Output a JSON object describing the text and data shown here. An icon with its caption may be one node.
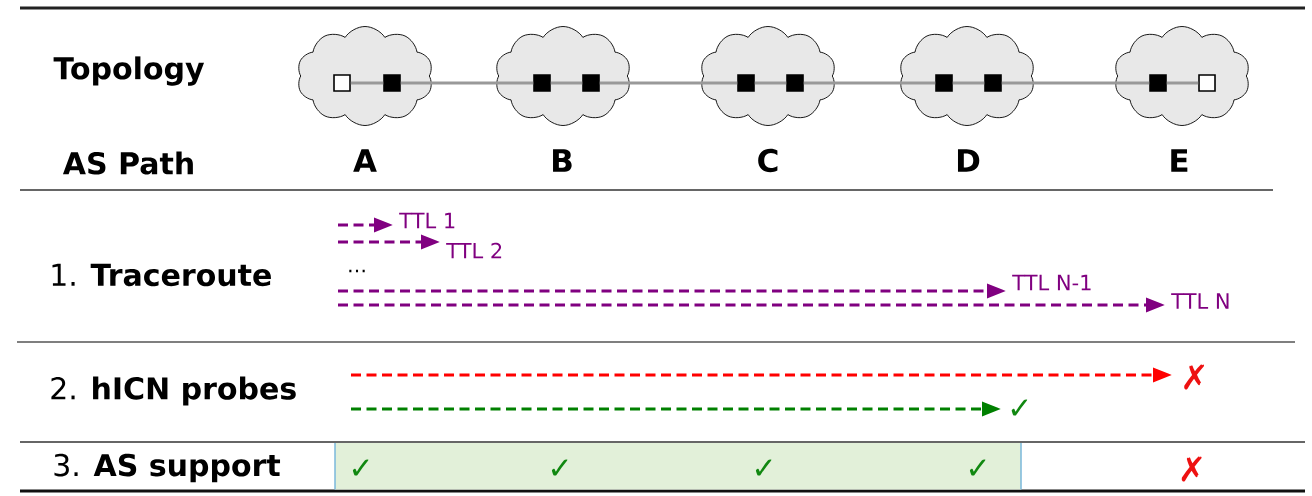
{
  "diagram": {
    "nodes": [
      {
        "text": [],
        "shape": "cloud"
      },
      {
        "text": [],
        "shape": "box",
        "in": 0
      },
      {
        "text": [],
        "shape": "box",
        "in": 0
      },
      {
        "text": [],
        "shape": "cloud"
      },
      {
        "text": [],
        "shape": "box",
        "in": 3
      },
      {
        "text": [],
        "shape": "box",
        "in": 3
      },
      {
        "text": [],
        "shape": "cloud"
      },
      {
        "text": [],
        "shape": "box",
        "in": 6
      },
      {
        "text": [],
        "shape": "box",
        "in": 6
      },
      {
        "text": [],
        "shape": "cloud"
      },
      {
        "text": [],
        "shape": "box",
        "in": 9
      },
      {
        "text": [],
        "shape": "box",
        "in": 9
      },
      {
        "text": [],
        "shape": "cloud"
      },
      {
        "text": [],
        "shape": "box",
        "in": 12
      },
      {
        "text": [],
        "shape": "box",
        "in": 12
      },
      {
        "text": [
          "TTL 1"
        ]
      },
      {
        "text": [
          "TTL 2"
        ]
      },
      {
        "text": [
          "TTL N-1"
        ]
      },
      {
        "text": [
          "TTL N"
        ]
      },
      {
        "text": [
          "✗"
        ]
      },
      {
        "text": [
          "✓"
        ]
      },
      {
        "text": [
          "✓",
          "✓",
          "✓",
          "✓"
        ]
      }
    ],
    "edges": [
      {
        "from": 1,
        "to": 2,
        "arrow": "none"
      },
      {
        "from": 2,
        "to": 4,
        "arrow": "none"
      },
      {
        "from": 4,
        "to": 5,
        "arrow": "none"
      },
      {
        "from": 5,
        "to": 7,
        "arrow": "none"
      },
      {
        "from": 7,
        "to": 8,
        "arrow": "none"
      },
      {
        "from": 8,
        "to": 10,
        "arrow": "none"
      },
      {
        "from": 10,
        "to": 11,
        "arrow": "none"
      },
      {
        "from": 11,
        "to": 13,
        "arrow": "none"
      },
      {
        "from": 13,
        "to": 14,
        "arrow": "none"
      },
      {
        "from": null,
        "to": 15,
        "arrow": "to",
        "style": "dashed",
        "color": "#800080"
      },
      {
        "from": null,
        "to": 16,
        "arrow": "to",
        "style": "dashed",
        "color": "#800080"
      },
      {
        "from": null,
        "to": 17,
        "arrow": "to",
        "style": "dashed",
        "color": "#800080"
      },
      {
        "from": null,
        "to": 18,
        "arrow": "to",
        "style": "dashed",
        "color": "#800080"
      },
      {
        "from": null,
        "to": 19,
        "arrow": "to",
        "style": "dashed",
        "color": "#ff0000"
      },
      {
        "from": null,
        "to": 20,
        "arrow": "to",
        "style": "dashed",
        "color": "#008000"
      }
    ],
    "labels": [
      "Topology",
      "AS Path",
      "A",
      "B",
      "C",
      "D",
      "E",
      "1. **Traceroute**",
      "…",
      "2. **hICN probes**",
      "3. **AS support**",
      "✗"
    ]
  }
}
